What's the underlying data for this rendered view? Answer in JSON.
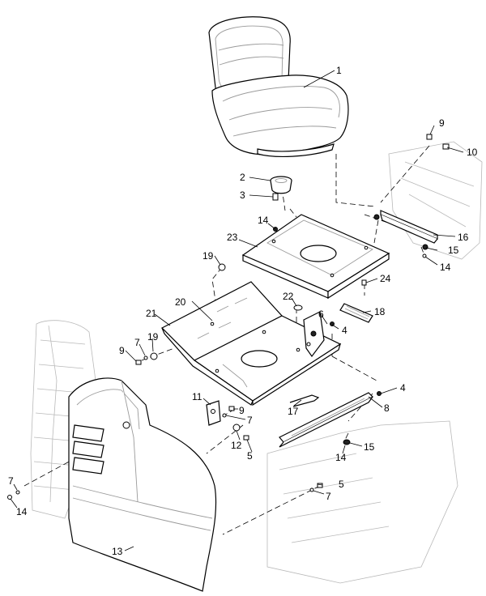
{
  "callouts": {
    "c1": "1",
    "c2": "2",
    "c3": "3",
    "c4a": "4",
    "c4b": "4",
    "c5a": "5",
    "c5b": "5",
    "c6": "6",
    "c7a": "7",
    "c7b": "7",
    "c7c": "7",
    "c7d": "7",
    "c8": "8",
    "c9a": "9",
    "c9b": "9",
    "c9c": "9",
    "c10": "10",
    "c11": "11",
    "c12": "12",
    "c13": "13",
    "c14a": "14",
    "c14b": "14",
    "c14c": "14",
    "c14d": "14",
    "c15a": "15",
    "c15b": "15",
    "c16": "16",
    "c17": "17",
    "c18": "18",
    "c19a": "19",
    "c19b": "19",
    "c20": "20",
    "c21": "21",
    "c22": "22",
    "c23": "23",
    "c24": "24"
  }
}
